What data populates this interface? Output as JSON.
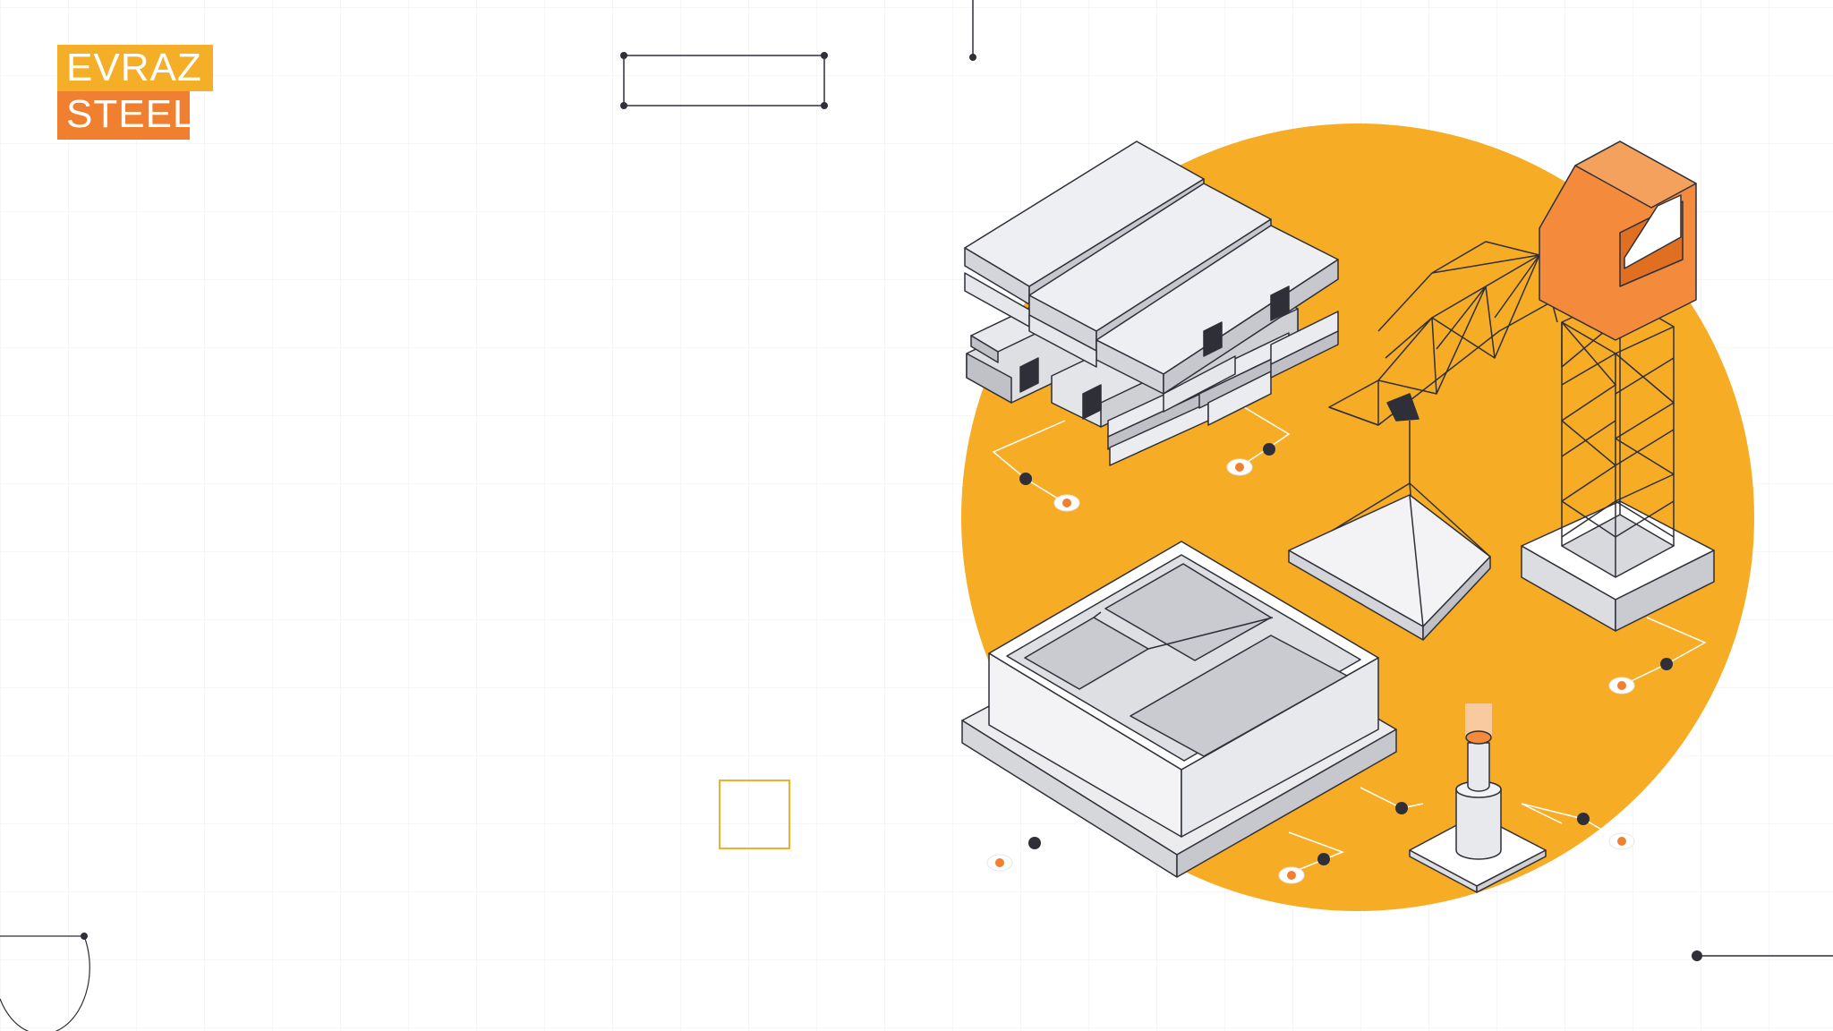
{
  "brand": {
    "line1": "EVRAZ",
    "line2": "STEEL",
    "color_top": "#f4ae28",
    "color_bottom": "#f0802f"
  },
  "illustration": {
    "circle_color": "#f6ac25",
    "crane_cab_color": "#f38a3c",
    "elements": [
      "steel-beam-stack",
      "tower-crane",
      "concrete-slab",
      "foundation-box",
      "steel-pile",
      "concrete-plinth"
    ]
  }
}
